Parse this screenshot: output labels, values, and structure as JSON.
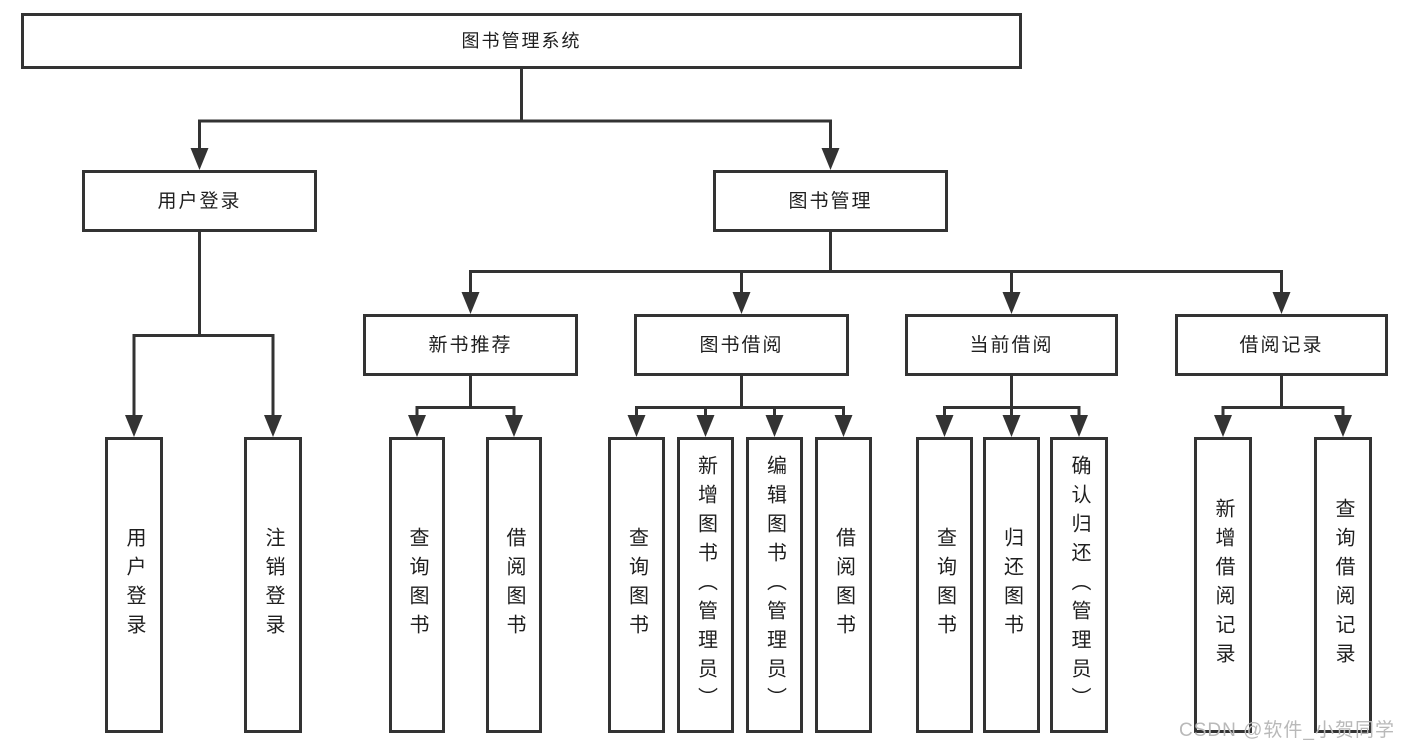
{
  "diagram_title": "图书管理系统",
  "colors": {
    "line": "#333333",
    "box_border": "#333333",
    "text": "#1f1f1f",
    "background": "#ffffff",
    "watermark": "#b9b9b9"
  },
  "nodes": {
    "root": {
      "label": "图书管理系统"
    },
    "user_login": {
      "label": "用户登录"
    },
    "book_mgmt": {
      "label": "图书管理"
    },
    "new_book_rec": {
      "label": "新书推荐"
    },
    "book_borrow": {
      "label": "图书借阅"
    },
    "current_borrow": {
      "label": "当前借阅"
    },
    "borrow_records": {
      "label": "借阅记录"
    },
    "leaf_user_login": {
      "label": "用户登录"
    },
    "leaf_logout": {
      "label": "注销登录"
    },
    "leaf_query_book_1": {
      "label": "查询图书"
    },
    "leaf_borrow_book_1": {
      "label": "借阅图书"
    },
    "leaf_query_book_2": {
      "label": "查询图书"
    },
    "leaf_add_book": {
      "label": "新增图书（管理员）"
    },
    "leaf_edit_book": {
      "label": "编辑图书（管理员）"
    },
    "leaf_borrow_book_2": {
      "label": "借阅图书"
    },
    "leaf_query_book_3": {
      "label": "查询图书"
    },
    "leaf_return_book": {
      "label": "归还图书"
    },
    "leaf_confirm_return": {
      "label": "确认归还（管理员）"
    },
    "leaf_add_record": {
      "label": "新增借阅记录"
    },
    "leaf_query_record": {
      "label": "查询借阅记录"
    }
  },
  "hierarchy": {
    "root": [
      "user_login",
      "book_mgmt"
    ],
    "user_login": [
      "leaf_user_login",
      "leaf_logout"
    ],
    "book_mgmt": [
      "new_book_rec",
      "book_borrow",
      "current_borrow",
      "borrow_records"
    ],
    "new_book_rec": [
      "leaf_query_book_1",
      "leaf_borrow_book_1"
    ],
    "book_borrow": [
      "leaf_query_book_2",
      "leaf_add_book",
      "leaf_edit_book",
      "leaf_borrow_book_2"
    ],
    "current_borrow": [
      "leaf_query_book_3",
      "leaf_return_book",
      "leaf_confirm_return"
    ],
    "borrow_records": [
      "leaf_add_record",
      "leaf_query_record"
    ]
  },
  "watermark": {
    "text": "CSDN @软件_小贺同学"
  }
}
